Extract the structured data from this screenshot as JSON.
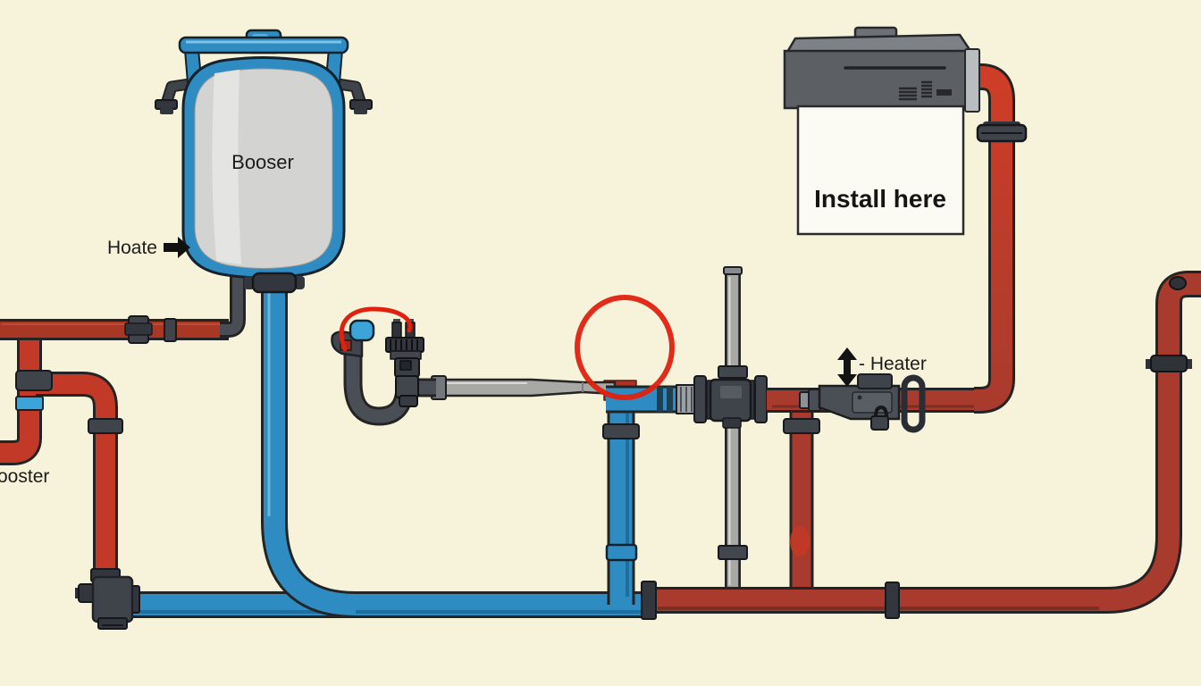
{
  "scene": {
    "background": "#f6f3da",
    "labels": {
      "tank": "Booser",
      "inlet": "Hoate",
      "left_edge": "ooster",
      "install_panel": "Install here",
      "heater": "- Heater"
    },
    "icons": {
      "inlet_arrow": "arrow-right",
      "heater_arrow": "arrow-up-down"
    },
    "colors": {
      "cold_pipe": "#2e8cc2",
      "cold_accent": "#3ba4d8",
      "hot_pipe_bright": "#c23928",
      "hot_pipe_dark": "#a83b2d",
      "gray_pipe": "#a8a8a4",
      "fitting_dark": "#3f434a",
      "annotation_red": "#e0210f",
      "tank_body": "#d3d3d1",
      "unit_gray": "#5c6064",
      "panel_white": "#fcfbf3",
      "text": "#1a1a1a"
    }
  }
}
